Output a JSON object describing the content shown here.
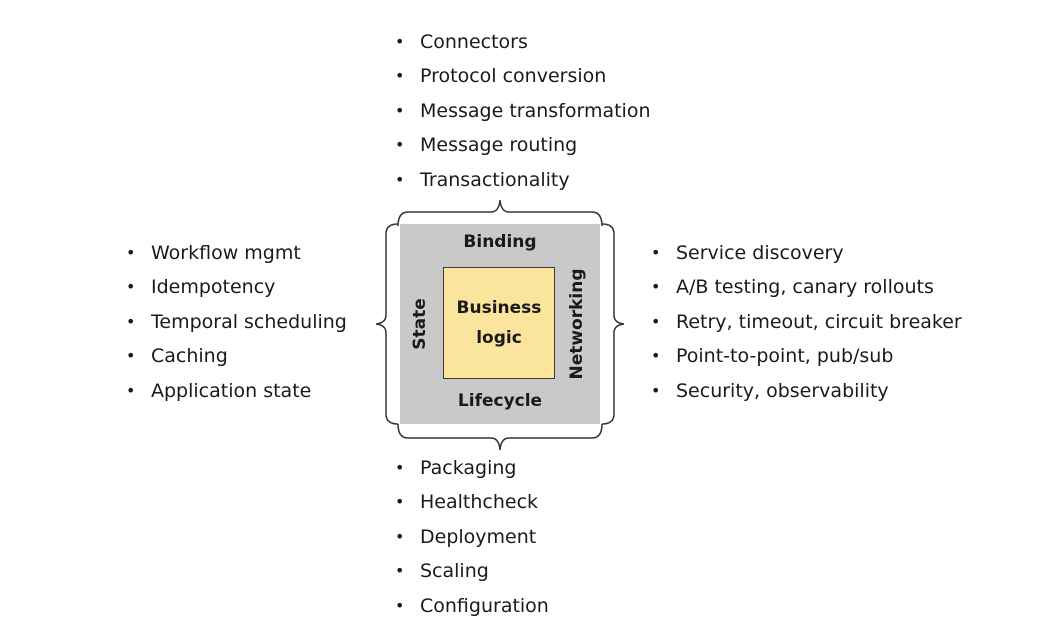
{
  "diagram": {
    "center": {
      "label": "Business logic"
    },
    "sides": {
      "top": "Binding",
      "bottom": "Lifecycle",
      "left": "State",
      "right": "Networking"
    },
    "lists": {
      "top": [
        "Connectors",
        "Protocol conversion",
        "Message transformation",
        "Message routing",
        "Transactionality"
      ],
      "left": [
        "Workflow mgmt",
        "Idempotency",
        "Temporal scheduling",
        "Caching",
        "Application state"
      ],
      "right": [
        "Service discovery",
        "A/B testing, canary rollouts",
        "Retry, timeout, circuit breaker",
        "Point-to-point, pub/sub",
        "Security, observability"
      ],
      "bottom": [
        "Packaging",
        "Healthcheck",
        "Deployment",
        "Scaling",
        "Configuration"
      ]
    },
    "bullet": "•",
    "colors": {
      "outer_box": "#c9c9c9",
      "inner_box": "#fbe49b",
      "brace": "#333333",
      "text": "#1a1a1a"
    }
  }
}
